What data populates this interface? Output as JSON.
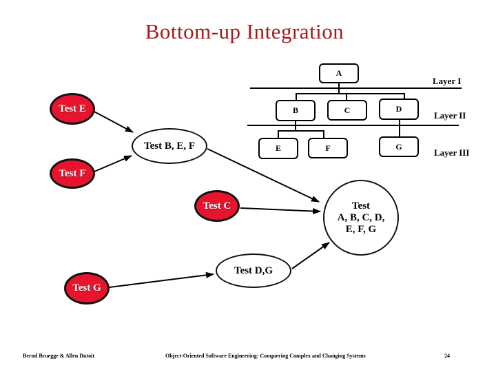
{
  "title": "Bottom-up Integration",
  "colors": {
    "title": "#A21B1B",
    "node_red": "#E6142D",
    "line": "#000000"
  },
  "tree": {
    "layer_labels": [
      "Layer I",
      "Layer II",
      "Layer III"
    ],
    "nodes": [
      "A",
      "B",
      "C",
      "D",
      "E",
      "F",
      "G"
    ]
  },
  "test_nodes": {
    "e": "Test E",
    "f": "Test F",
    "c": "Test C",
    "g": "Test G",
    "bef": "Test B, E, F",
    "dg": "Test D,G",
    "all": [
      "Test",
      "A, B, C, D,",
      "E, F, G"
    ]
  },
  "footer": {
    "authors": "Bernd Bruegge & Allen Dutoit",
    "book_title": "Object-Oriented Software Engineering: Conquering Complex and Changing Systems",
    "page_number": "24"
  }
}
